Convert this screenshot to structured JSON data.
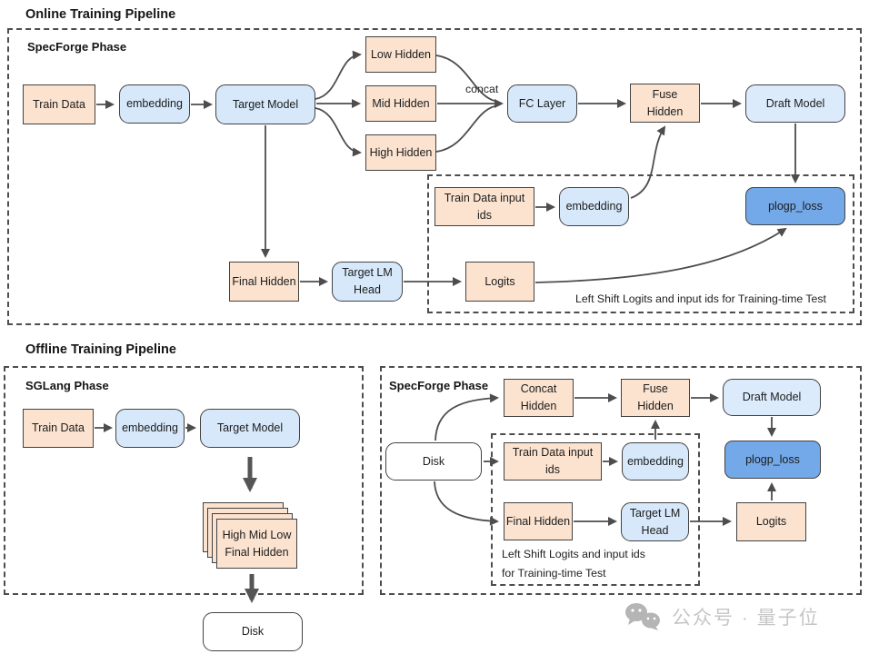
{
  "palette": {
    "node_peach": "#fbe3d0",
    "node_blue": "#d6e8fa",
    "node_draft_blue": "#dcebfc",
    "node_loss_blue": "#73a9e8",
    "line": "#4d4d4d",
    "watermark_gray": "#c6c6c6"
  },
  "online": {
    "title": "Online Training Pipeline",
    "phase": "SpecForge Phase",
    "train_data": "Train Data",
    "embedding": "embedding",
    "target_model": "Target Model",
    "low_hidden": "Low Hidden",
    "mid_hidden": "Mid Hidden",
    "high_hidden": "High Hidden",
    "concat": "concat",
    "fc_layer": "FC Layer",
    "fuse_hidden": "Fuse Hidden",
    "draft_model": "Draft Model",
    "train_data_input_ids": "Train Data input ids",
    "embedding2": "embedding",
    "plogp_loss": "plogp_loss",
    "final_hidden": "Final Hidden",
    "target_lm_head": "Target LM Head",
    "logits": "Logits",
    "note": "Left Shift Logits and input ids for Training-time Test"
  },
  "offline": {
    "title": "Offline Training Pipeline",
    "sglang": {
      "phase": "SGLang Phase",
      "train_data": "Train Data",
      "embedding": "embedding",
      "target_model": "Target Model",
      "hidden_stack": "High Mid Low Final Hidden",
      "disk": "Disk"
    },
    "specforge": {
      "phase": "SpecForge Phase",
      "disk": "Disk",
      "concat_hidden": "Concat Hidden",
      "fuse_hidden": "Fuse Hidden",
      "draft_model": "Draft Model",
      "plogp_loss": "plogp_loss",
      "train_data_input_ids": "Train Data input ids",
      "embedding": "embedding",
      "final_hidden": "Final Hidden",
      "target_lm_head": "Target LM Head",
      "logits": "Logits",
      "note_line1": "Left Shift Logits and input ids",
      "note_line2": "for Training-time Test"
    }
  },
  "watermark": {
    "text": "公众号 · 量子位"
  }
}
